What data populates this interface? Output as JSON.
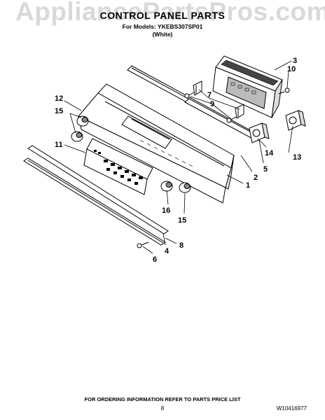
{
  "watermark": "AppliancePartsPros.com",
  "header": {
    "title": "CONTROL PANEL PARTS",
    "models_line": "For Models: YKEBS307SP01",
    "color_line": "(White)"
  },
  "callouts": [
    "1",
    "2",
    "3",
    "4",
    "5",
    "6",
    "7",
    "8",
    "9",
    "10",
    "11",
    "12",
    "13",
    "14",
    "15",
    "15",
    "16"
  ],
  "footer": {
    "notice": "FOR ORDERING INFORMATION REFER TO PARTS PRICE LIST",
    "page_number": "8",
    "document_id": "W10416977"
  }
}
